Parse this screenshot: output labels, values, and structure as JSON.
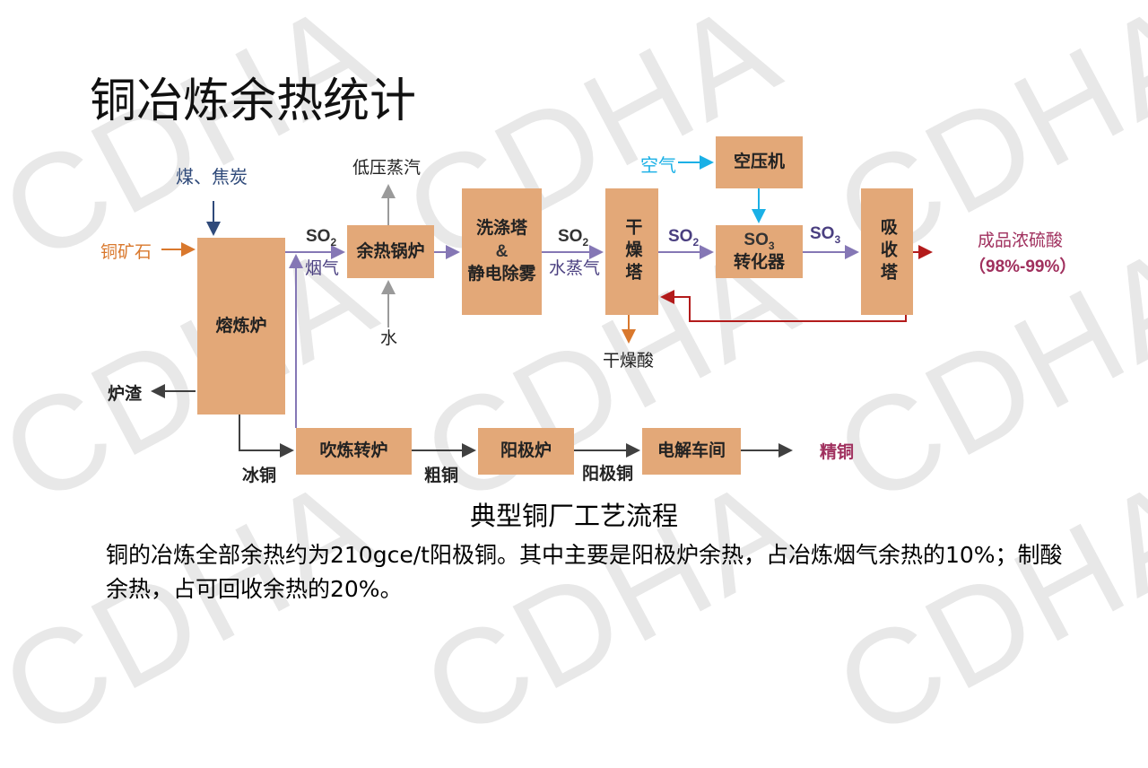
{
  "title": "铜冶炼余热统计",
  "watermark": "CDHA",
  "diagram": {
    "boxes": {
      "smelter": "熔炼炉",
      "boiler": "余热锅炉",
      "scrubber_l1": "洗涤塔",
      "scrubber_l2": "&",
      "scrubber_l3": "静电除雾",
      "dryer": "干燥塔",
      "compressor": "空压机",
      "converter_top": "SO",
      "converter_top_sub": "3",
      "converter_bottom": "转化器",
      "absorber": "吸收塔",
      "blow_converter": "吹炼转炉",
      "anode_furnace": "阳极炉",
      "electrolysis": "电解车间"
    },
    "labels": {
      "ore": "铜矿石",
      "coal": "煤、焦炭",
      "slag": "炉渣",
      "steam": "低压蒸汽",
      "water": "水",
      "flue_gas": "烟气",
      "water_vapor": "水蒸气",
      "air": "空气",
      "dry_acid": "干燥酸",
      "product_acid": "成品浓硫酸",
      "product_pct": "（98%-99%）",
      "matte": "冰铜",
      "blister": "粗铜",
      "anode_copper": "阳极铜",
      "refined": "精铜",
      "so": "SO",
      "sub2": "2",
      "sub3": "3"
    },
    "colors": {
      "box": "#e3a878",
      "gas": "#8577b5",
      "steam": "#9a9a9a",
      "dark": "#404040",
      "acid_loop": "#b31b1b",
      "air": "#1ab0e6",
      "ore": "#d9782d",
      "coal": "#2f4a7a",
      "product": "#a0305e"
    }
  },
  "caption": "典型铜厂工艺流程",
  "paragraph": "铜的冶炼全部余热约为210gce/t阳极铜。其中主要是阳极炉余热，占冶炼烟气余热的10%；制酸余热，占可回收余热的20%。"
}
